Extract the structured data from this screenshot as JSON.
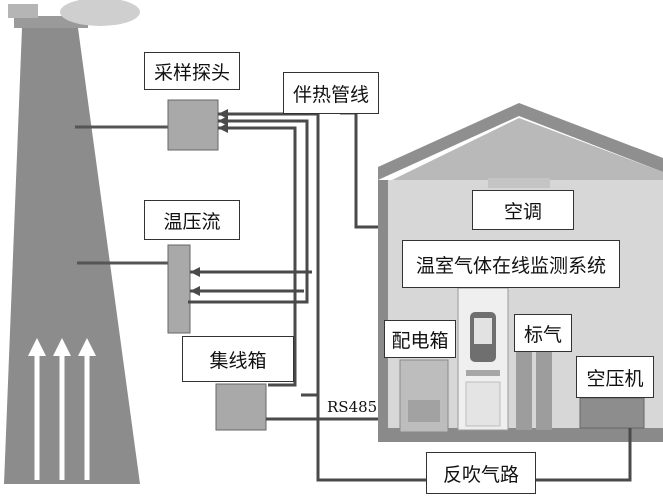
{
  "labels": {
    "sampling_probe": "采样探头",
    "heat_trace_line": "伴热管线",
    "temp_pressure_flow": "温压流",
    "junction_box": "集线箱",
    "air_conditioner": "空调",
    "system_name": "温室气体在线监测系统",
    "distribution_box": "配电箱",
    "standard_gas": "标气",
    "air_compressor": "空压机",
    "rs485": "RS485",
    "backflush_gas_path": "反吹气路"
  }
}
